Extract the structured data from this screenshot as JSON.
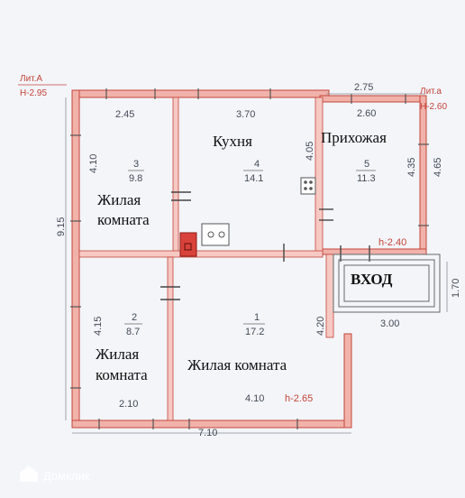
{
  "lit_a": "Лит.А",
  "h_a": "Н-2.95",
  "lit_a_right": "Лит.а",
  "h_a_right": "Н-2.60",
  "dims": {
    "top_right_outer": "2.75",
    "r3_width": "2.45",
    "r4_width": "3.70",
    "r5_width": "2.60",
    "r3_height": "4.10",
    "r4_height": "4.05",
    "r5_height": "4.35",
    "r5_outer_height": "4.65",
    "total_height": "9.15",
    "r2_height": "4.15",
    "r1_height": "4.20",
    "r2_width": "2.10",
    "r1_width": "4.10",
    "total_width": "7.10",
    "porch_width": "3.00",
    "porch_height": "1.70"
  },
  "heights": {
    "prikhozhaya": "h-2.40",
    "room1": "h-2.65"
  },
  "rooms": {
    "r3": {
      "num": "3",
      "area": "9.8",
      "label_l1": "Жилая",
      "label_l2": "комната"
    },
    "r4": {
      "num": "4",
      "area": "14.1",
      "label": "Кухня"
    },
    "r5": {
      "num": "5",
      "area": "11.3",
      "label": "Прихожая"
    },
    "r2": {
      "num": "2",
      "area": "8.7",
      "label_l1": "Жилая",
      "label_l2": "комната"
    },
    "r1": {
      "num": "1",
      "area": "17.2",
      "label": "Жилая комната"
    }
  },
  "entry": "ВХОД",
  "watermark": "Домклик",
  "colors": {
    "wall": "#e38a80",
    "wall_dark": "#c4453a",
    "stove": "#d9423a"
  }
}
